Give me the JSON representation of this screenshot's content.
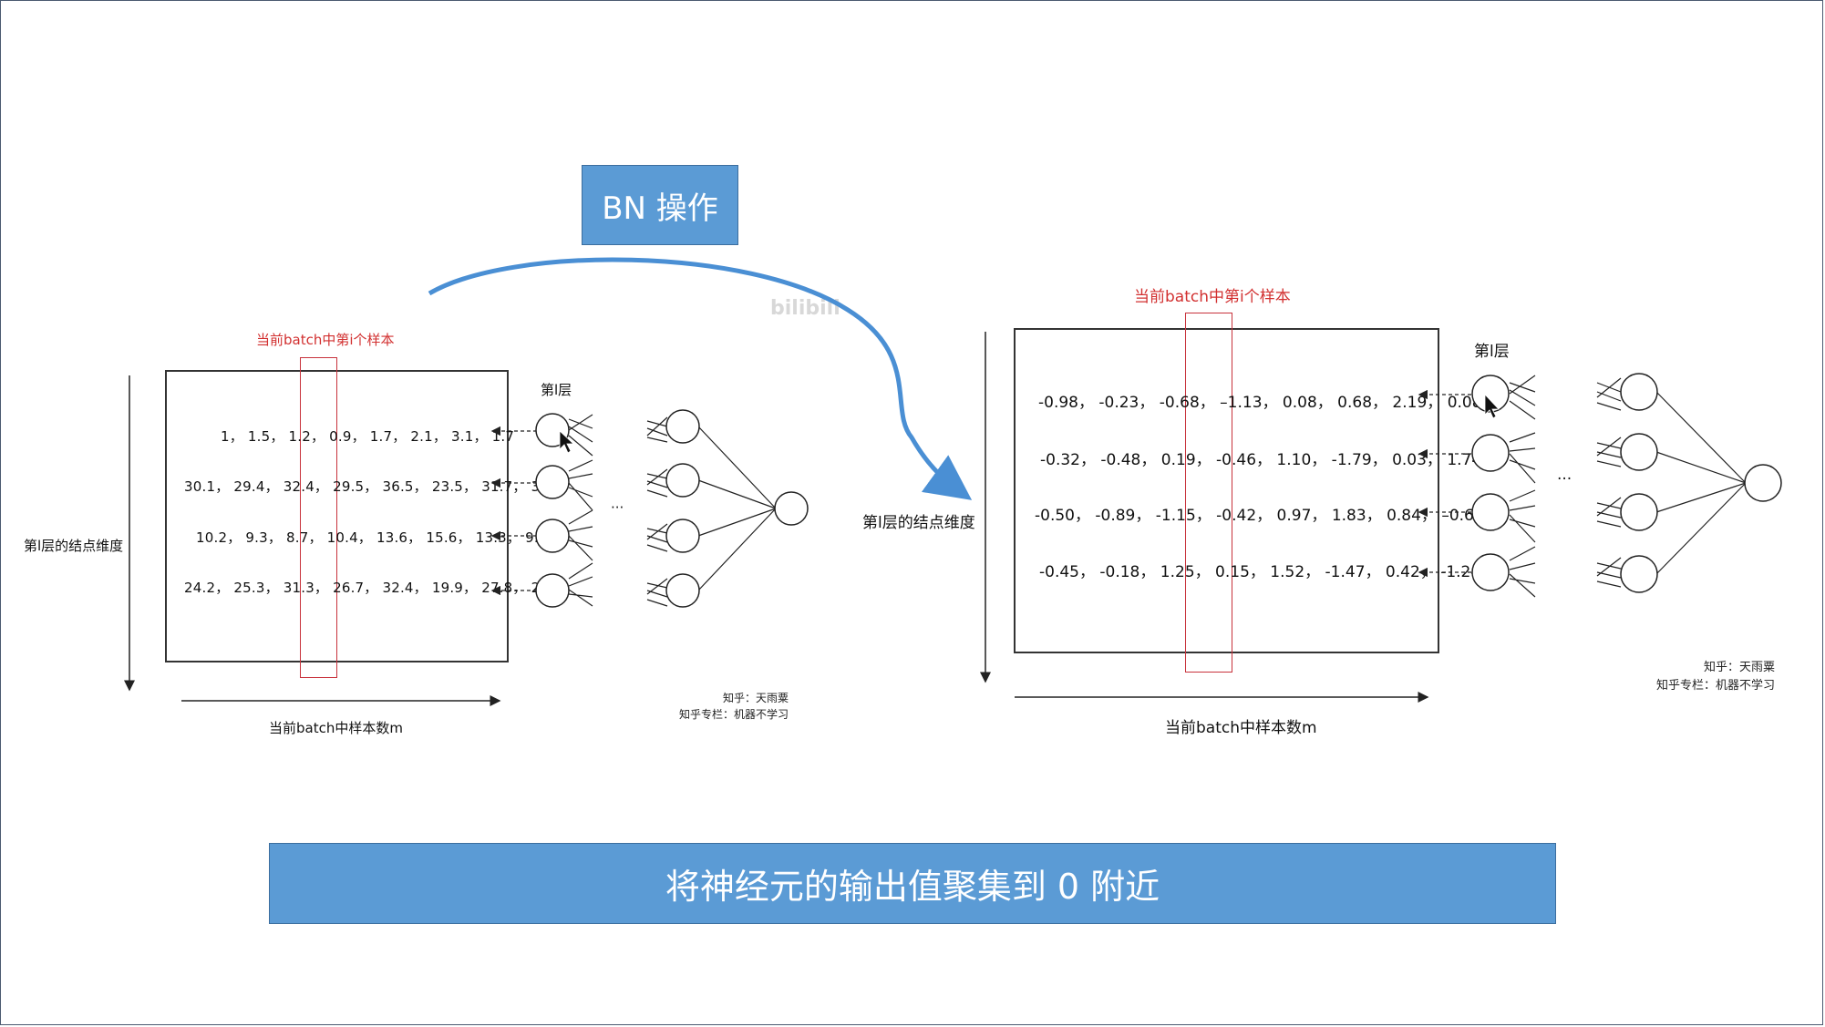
{
  "bn_button_label": "BN 操作",
  "caption": "将神经元的输出值聚集到 0 附近",
  "watermark": "bilibili",
  "left": {
    "sample_label": "当前batch中第i个样本",
    "layer_label": "第l层",
    "y_axis_label": "第l层的结点维度",
    "x_axis_label": "当前batch中样本数m",
    "ellipsis": "···",
    "rows": [
      "1， 1.5， 1.2， 0.9， 1.7， 2.1， 3.1， 1.7",
      "30.1， 29.4， 32.4， 29.5， 36.5， 23.5， 31.7， 39.4",
      "10.2， 9.3， 8.7， 10.4， 13.6， 15.6， 13.3， 9.8",
      "24.2， 25.3， 31.3， 26.7， 32.4， 19.9， 27.8， 20.9"
    ],
    "credit_line1": "知乎：天雨粟",
    "credit_line2": "知乎专栏：机器不学习"
  },
  "right": {
    "sample_label": "当前batch中第i个样本",
    "layer_label": "第l层",
    "y_axis_label": "第l层的结点维度",
    "x_axis_label": "当前batch中样本数m",
    "ellipsis": "···",
    "rows": [
      "-0.98， -0.23， -0.68， –1.13， 0.08， 0.68， 2.19， 0.08",
      "-0.32， -0.48， 0.19， -0.46， 1.10， -1.79， 0.03， 1.74",
      "-0.50， -0.89， -1.15， -0.42， 0.97， 1.83， 0.84， –0.68",
      "-0.45， -0.18， 1.25， 0.15， 1.52， -1.47， 0.42， -1.24"
    ],
    "credit_line1": "知乎：天雨粟",
    "credit_line2": "知乎专栏：机器不学习"
  },
  "colors": {
    "accent_blue": "#5b9bd5",
    "highlight_red": "#c8323c",
    "arrow_blue": "#4a8fd4"
  },
  "icons": [
    "mouse-cursor-icon"
  ]
}
